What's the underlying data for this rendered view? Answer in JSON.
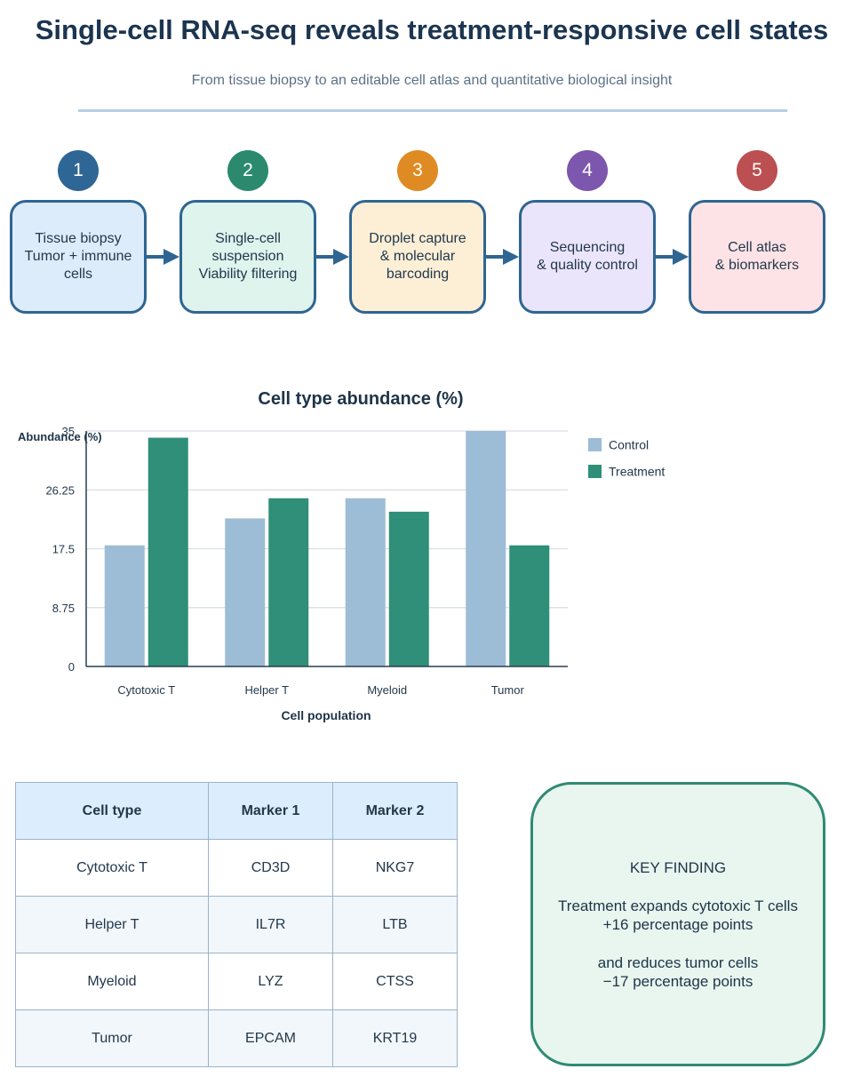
{
  "header": {
    "title": "Single-cell RNA-seq reveals treatment-responsive cell states",
    "subtitle": "From tissue biopsy to an editable cell atlas and quantitative biological insight"
  },
  "pipeline": {
    "steps": [
      {
        "number": "1",
        "label": "Tissue biopsy\nTumor + immune\ncells",
        "circle_color": "#2e6696",
        "box_color": "#ddecfb"
      },
      {
        "number": "2",
        "label": "Single-cell\nsuspension\nViability filtering",
        "circle_color": "#2b8a6e",
        "box_color": "#def4ed"
      },
      {
        "number": "3",
        "label": "Droplet capture\n& molecular\nbarcoding",
        "circle_color": "#df8b23",
        "box_color": "#fdefd6"
      },
      {
        "number": "4",
        "label": "Sequencing\n& quality control",
        "circle_color": "#7d56ad",
        "box_color": "#ebe5fc"
      },
      {
        "number": "5",
        "label": "Cell atlas\n& biomarkers",
        "circle_color": "#bc4f51",
        "box_color": "#fde3e5"
      }
    ],
    "arrow_color": "#2f6592"
  },
  "chart_data": {
    "type": "bar",
    "title": "Cell type abundance (%)",
    "xlabel": "Cell population",
    "ylabel": "Abundance (%)",
    "categories": [
      "Cytotoxic T",
      "Helper T",
      "Myeloid",
      "Tumor"
    ],
    "series": [
      {
        "name": "Control",
        "values": [
          18,
          22,
          25,
          35
        ],
        "color": "#9dbcd6"
      },
      {
        "name": "Treatment",
        "values": [
          34,
          25,
          23,
          18
        ],
        "color": "#2f8f78"
      }
    ],
    "ylim": [
      0,
      35
    ],
    "yticks": [
      "0",
      "8.75",
      "17.5",
      "26.25",
      "35"
    ],
    "grid": true,
    "legend": "right"
  },
  "markers_table": {
    "headers": [
      "Cell type",
      "Marker 1",
      "Marker 2"
    ],
    "rows": [
      [
        "Cytotoxic T",
        "CD3D",
        "NKG7"
      ],
      [
        "Helper T",
        "IL7R",
        "LTB"
      ],
      [
        "Myeloid",
        "LYZ",
        "CTSS"
      ],
      [
        "Tumor",
        "EPCAM",
        "KRT19"
      ]
    ]
  },
  "key_finding": {
    "heading": "KEY FINDING",
    "line1": "Treatment expands cytotoxic T cells",
    "line2": "+16 percentage points",
    "line3": "and reduces tumor cells",
    "line4": "−17 percentage points"
  }
}
